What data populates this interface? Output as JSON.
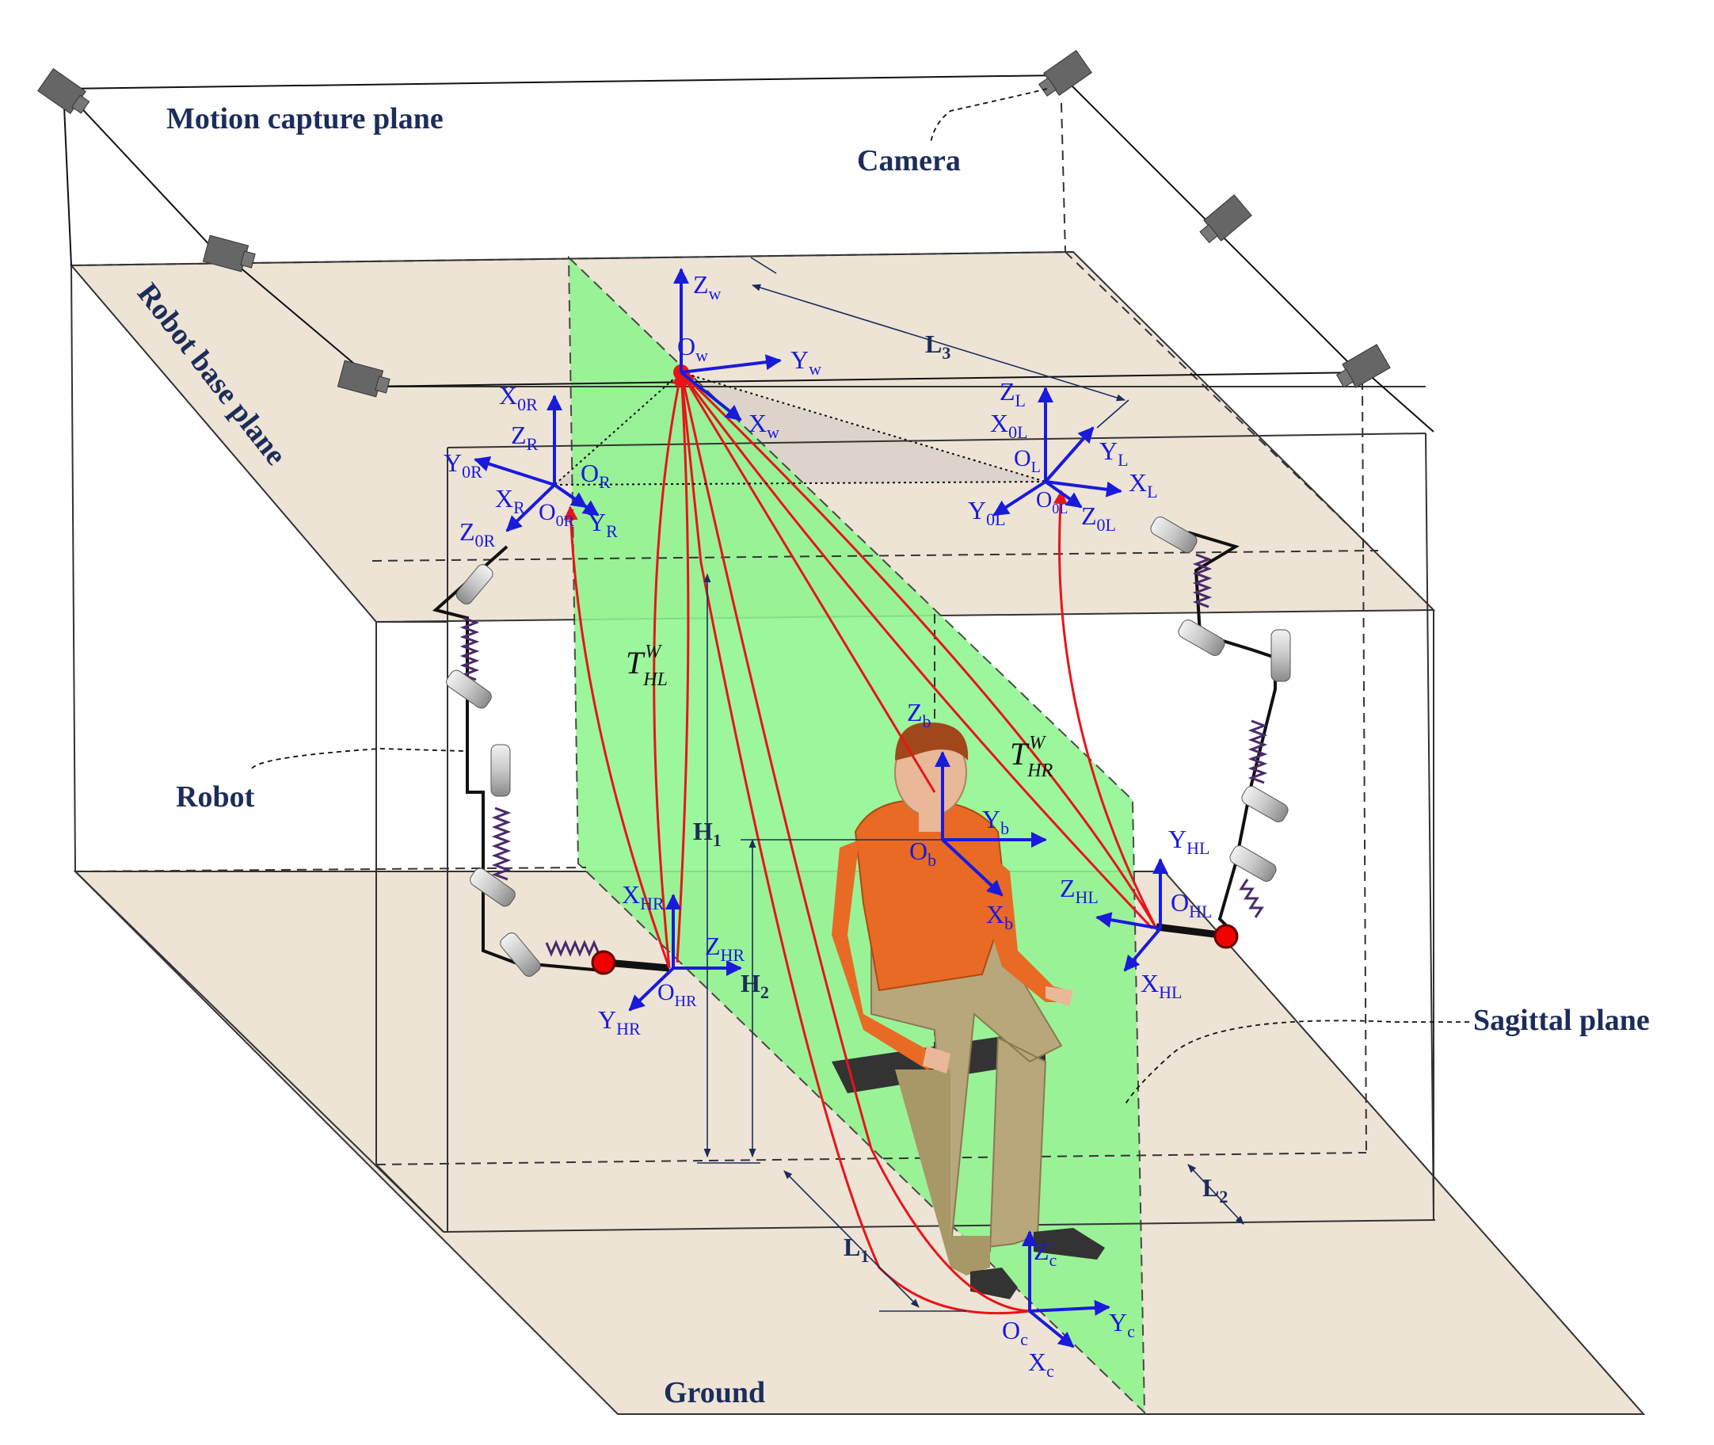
{
  "labels": {
    "motion_capture_plane": "Motion capture plane",
    "camera": "Camera",
    "robot_base_plane": "Robot base plane",
    "robot": "Robot",
    "sagittal_plane": "Sagittal plane",
    "ground": "Ground"
  },
  "frames": {
    "world": {
      "z": "Z",
      "z_sub": "w",
      "y": "Y",
      "y_sub": "w",
      "x": "X",
      "x_sub": "w",
      "o": "O",
      "o_sub": "w"
    },
    "right_base": {
      "x0": "X",
      "x0_sub": "0R",
      "z": "Z",
      "z_sub": "R",
      "y0": "Y",
      "y0_sub": "0R",
      "o": "O",
      "o_sub": "R",
      "x": "X",
      "x_sub": "R",
      "o0": "O",
      "o0_sub": "0R",
      "y": "Y",
      "y_sub": "R",
      "z0": "Z",
      "z0_sub": "0R"
    },
    "left_base": {
      "z": "Z",
      "z_sub": "L",
      "x0": "X",
      "x0_sub": "0L",
      "o": "O",
      "o_sub": "L",
      "y": "Y",
      "y_sub": "L",
      "x": "X",
      "x_sub": "L",
      "y0": "Y",
      "y0_sub": "0L",
      "o0": "O",
      "o0_sub": "0L",
      "z0": "Z",
      "z0_sub": "0L"
    },
    "body": {
      "z": "Z",
      "z_sub": "b",
      "y": "Y",
      "y_sub": "b",
      "o": "O",
      "o_sub": "b",
      "x": "X",
      "x_sub": "b"
    },
    "hip_right": {
      "x": "X",
      "x_sub": "HR",
      "z": "Z",
      "z_sub": "HR",
      "o": "O",
      "o_sub": "HR",
      "y": "Y",
      "y_sub": "HR"
    },
    "hip_left": {
      "y": "Y",
      "y_sub": "HL",
      "z": "Z",
      "z_sub": "HL",
      "o": "O",
      "o_sub": "HL",
      "x": "X",
      "x_sub": "HL"
    },
    "chair": {
      "z": "Z",
      "z_sub": "c",
      "y": "Y",
      "y_sub": "c",
      "o": "O",
      "o_sub": "c",
      "x": "X",
      "x_sub": "c"
    }
  },
  "transforms": {
    "hl": {
      "t": "T",
      "sup": "W",
      "sub": "HL"
    },
    "hr": {
      "t": "T",
      "sup": "W",
      "sub": "HR"
    }
  },
  "dimensions": {
    "l1": "L",
    "l1_sub": "1",
    "l2": "L",
    "l2_sub": "2",
    "l3": "L",
    "l3_sub": "3",
    "h1": "H",
    "h1_sub": "1",
    "h2": "H",
    "h2_sub": "2"
  },
  "colors": {
    "axis": "#1a1adb",
    "label": "#1c2d5a",
    "plane_fill": "#ede4d6",
    "sagittal_fill": "#8ff58f",
    "transform_curve": "#e8141a",
    "shirt": "#e86a25",
    "pants": "#b8a77a"
  }
}
